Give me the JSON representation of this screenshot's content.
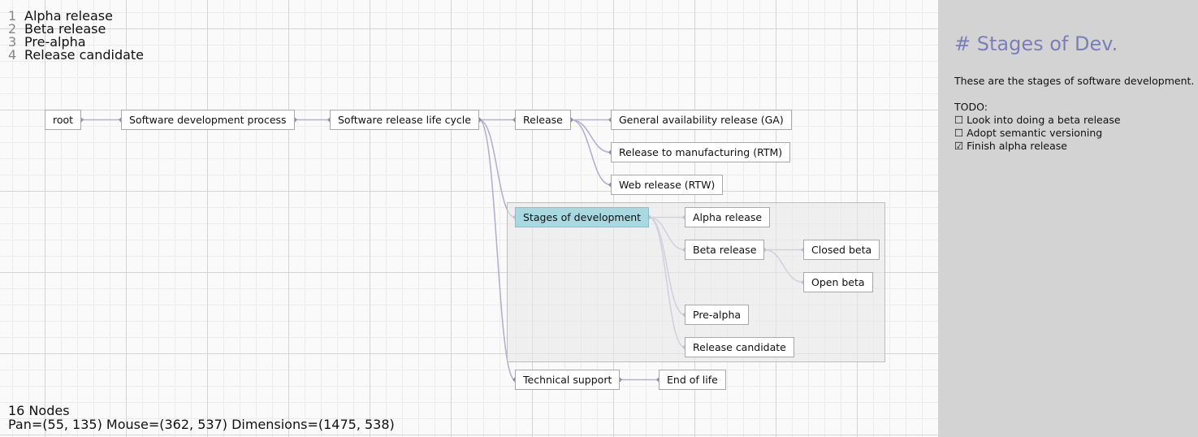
{
  "outline": {
    "items": [
      {
        "num": "1",
        "label": "Alpha release"
      },
      {
        "num": "2",
        "label": "Beta release"
      },
      {
        "num": "3",
        "label": "Pre-alpha"
      },
      {
        "num": "4",
        "label": "Release candidate"
      }
    ]
  },
  "graph": {
    "nodes": {
      "root": "root",
      "sdp": "Software development process",
      "srlc": "Software release life cycle",
      "release": "Release",
      "ga": "General availability release (GA)",
      "rtm": "Release to manufacturing (RTM)",
      "rtw": "Web release (RTW)",
      "stages": "Stages of development",
      "alpha": "Alpha release",
      "beta": "Beta release",
      "closed_beta": "Closed beta",
      "open_beta": "Open beta",
      "prealpha": "Pre-alpha",
      "rc": "Release candidate",
      "support": "Technical support",
      "eol": "End of life"
    },
    "selected": "stages",
    "colors": {
      "edge": "#b3b0d0",
      "selected_fill": "#a8d8e0",
      "heading": "#7b7fb8"
    }
  },
  "status": {
    "node_count": "16 Nodes",
    "info": "Pan=(55, 135) Mouse=(362, 537) Dimensions=(1475, 538)"
  },
  "sidebar": {
    "title": "# Stages of Dev.",
    "description": "These are the stages of software development.",
    "todo_heading": "TODO:",
    "todos": [
      "☐ Look into doing a beta release",
      "☐ Adopt semantic versioning",
      "☑ Finish alpha release"
    ]
  }
}
